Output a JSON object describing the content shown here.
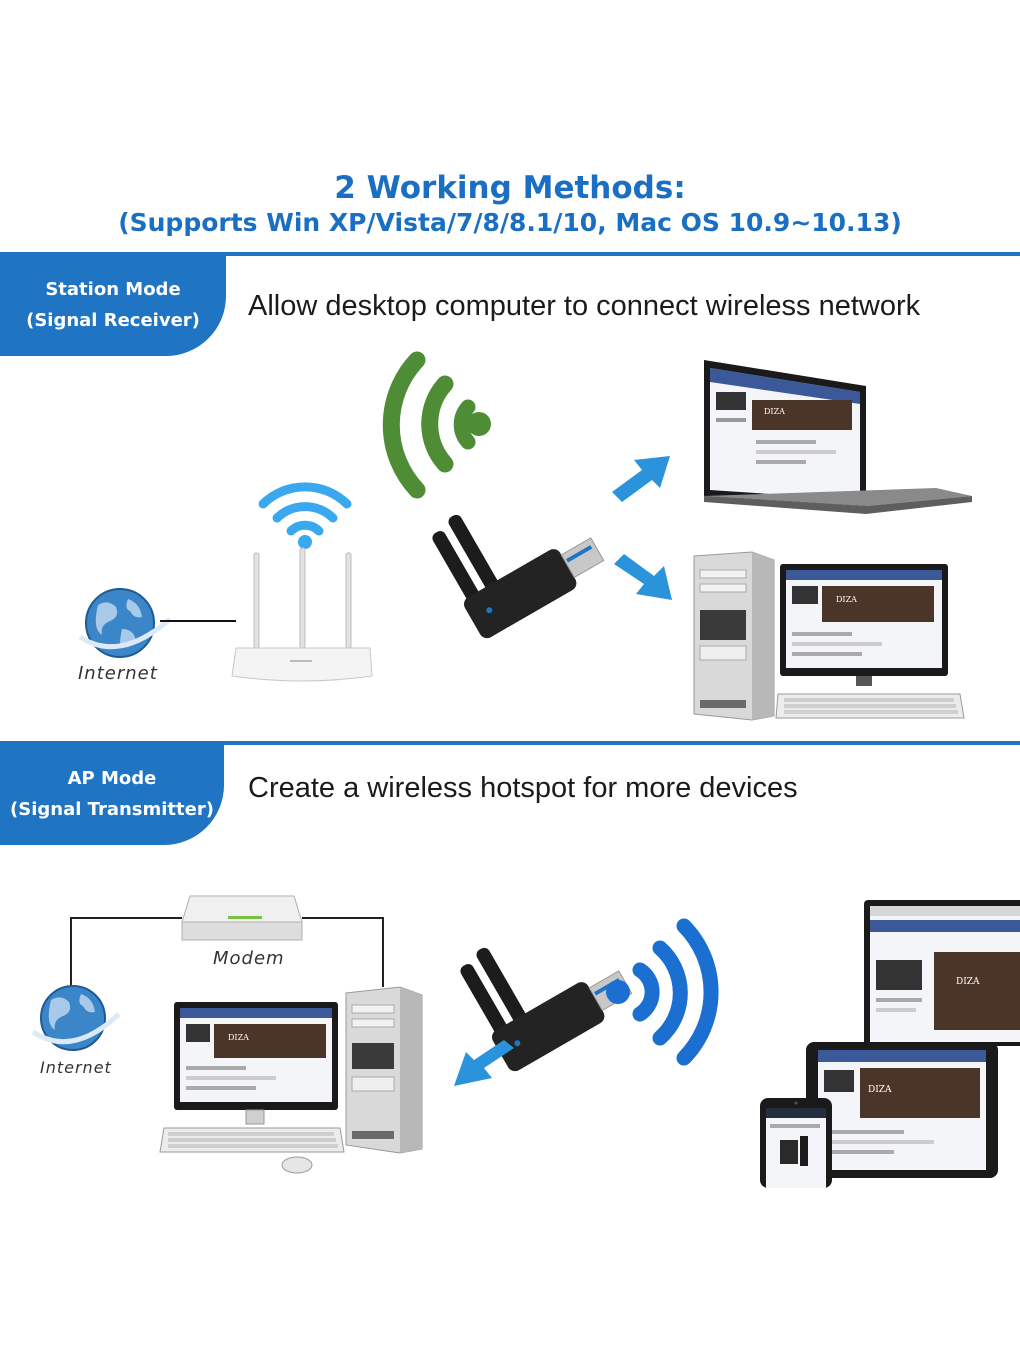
{
  "header": {
    "title": "2 Working Methods:",
    "subtitle": "(Supports Win XP/Vista/7/8/8.1/10, Mac OS 10.9~10.13)"
  },
  "station_mode": {
    "tab_line1": "Station Mode",
    "tab_line2": "(Signal Receiver)",
    "heading": "Allow desktop computer to connect wireless network",
    "internet_label": "Internet"
  },
  "ap_mode": {
    "tab_line1": "AP Mode",
    "tab_line2": "(Signal Transmitter)",
    "heading": "Create a wireless hotspot for more devices",
    "modem_label": "Modem",
    "internet_label": "Internet"
  },
  "screen_text": {
    "brand": "DIZA"
  },
  "colors": {
    "accent_blue": "#1f74c4",
    "signal_green": "#4e8d35",
    "signal_blue": "#1a6fd0",
    "wifi_light_blue": "#3aa8ee",
    "arrow_blue": "#2a93dc"
  }
}
